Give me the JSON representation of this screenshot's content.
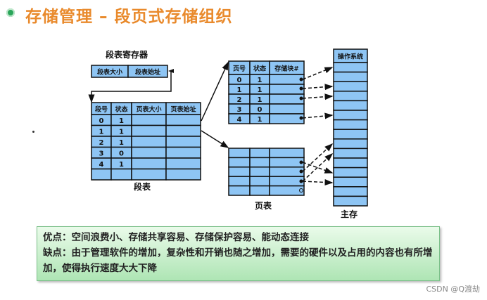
{
  "title": "存储管理 – 段页式存储组织",
  "colors": {
    "title": "#e98a2c",
    "cell": "#8ec5f4",
    "box": "#aee5b4"
  },
  "register": {
    "label": "段表寄存器",
    "cells": [
      "段表大小",
      "段表始址"
    ]
  },
  "segment_table": {
    "label": "段表",
    "headers": [
      "段号",
      "状态",
      "页表大小",
      "页表始址"
    ],
    "rows": [
      [
        "0",
        "1",
        "",
        ""
      ],
      [
        "1",
        "1",
        "",
        ""
      ],
      [
        "2",
        "1",
        "",
        ""
      ],
      [
        "3",
        "0",
        "",
        ""
      ],
      [
        "4",
        "1",
        "",
        ""
      ],
      [
        "",
        "",
        "",
        ""
      ]
    ]
  },
  "page_table_1": {
    "headers": [
      "页号",
      "状态",
      "存储块#"
    ],
    "rows": [
      [
        "0",
        "1",
        ""
      ],
      [
        "1",
        "1",
        ""
      ],
      [
        "2",
        "1",
        ""
      ],
      [
        "3",
        "0",
        ""
      ],
      [
        "4",
        "1",
        ""
      ]
    ]
  },
  "page_table_2": {
    "label": "页表",
    "rows": 5
  },
  "memory": {
    "label": "主存",
    "header": "操作系统",
    "rows": 15
  },
  "notes": {
    "pros": "优点：空间浪费小、存储共享容易、存储保护容易、能动态连接",
    "cons": "缺点：由于管理软件的增加，复杂性和开销也随之增加，需要的硬件以及占用的内容也有所增加，使得执行速度大大下降"
  },
  "watermark": "CSDN @Q渡劫"
}
